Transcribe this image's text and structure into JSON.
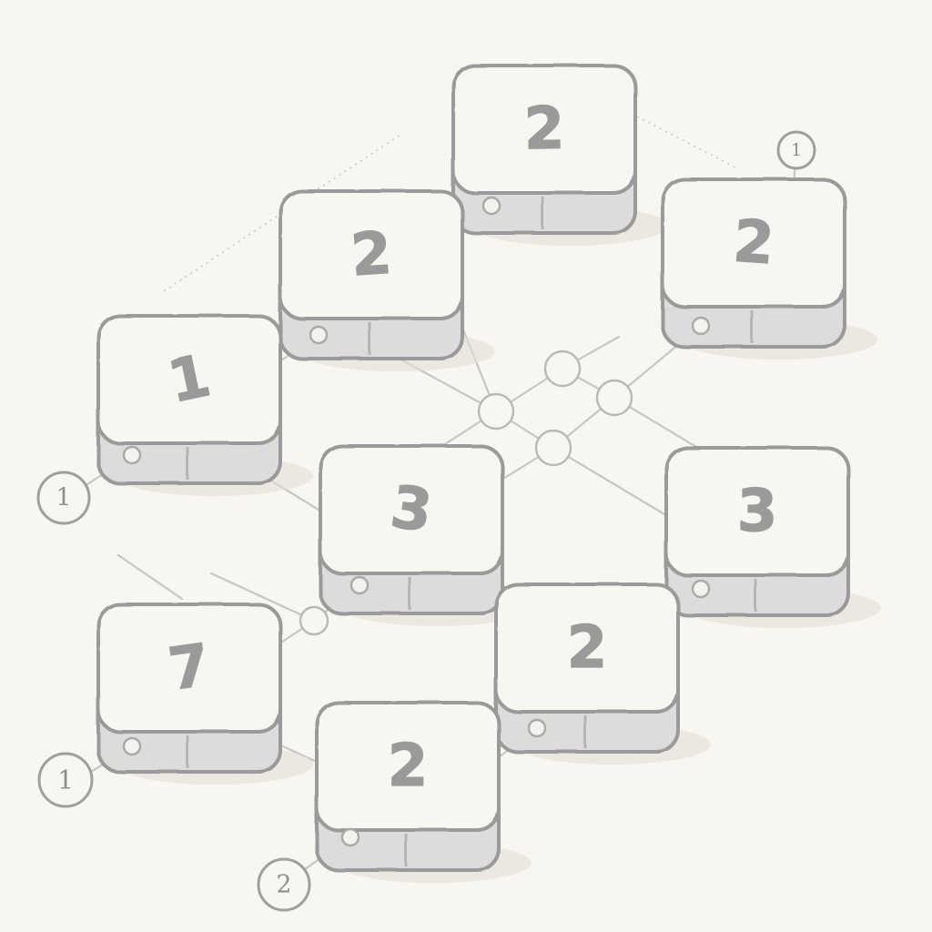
{
  "blocks": [
    {
      "id": "b1",
      "label": "2"
    },
    {
      "id": "b2",
      "label": "2"
    },
    {
      "id": "b3",
      "label": "1"
    },
    {
      "id": "b4",
      "label": "2"
    },
    {
      "id": "b5",
      "label": "3"
    },
    {
      "id": "b6",
      "label": "3"
    },
    {
      "id": "b7",
      "label": "7"
    },
    {
      "id": "b8",
      "label": "2"
    },
    {
      "id": "b9",
      "label": "2"
    }
  ],
  "tags": [
    {
      "id": "t1",
      "label": "1"
    },
    {
      "id": "t2",
      "label": "1"
    },
    {
      "id": "t3",
      "label": "1"
    },
    {
      "id": "t4",
      "label": "2"
    }
  ],
  "colors": {
    "background": "#f8f6f0",
    "stroke": "#9a9a9a",
    "face": "#f7f6f1",
    "side": "#dcdcdc"
  }
}
